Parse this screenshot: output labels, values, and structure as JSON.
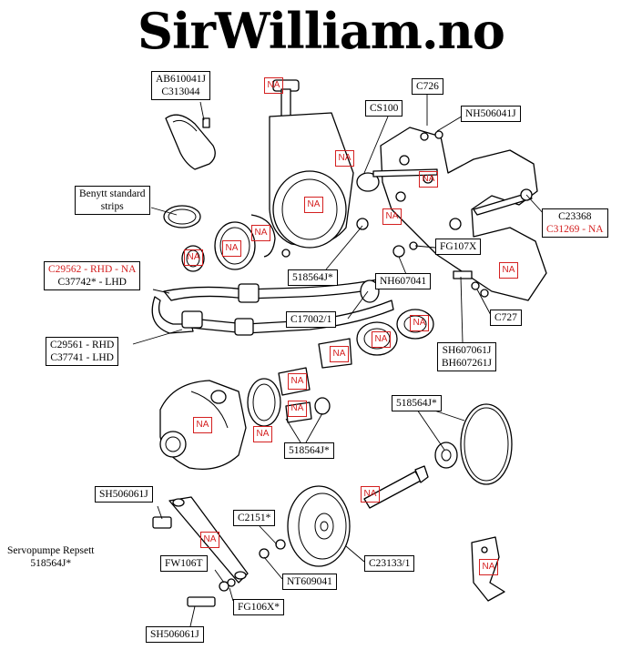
{
  "title": "SirWilliam.no",
  "colors": {
    "na": "#d42020",
    "ink": "#000000"
  },
  "labels": {
    "ab610041j": [
      "AB610041J",
      "C313044"
    ],
    "c726": "C726",
    "cs100": "CS100",
    "nh506041j": "NH506041J",
    "benytt": [
      "Benytt standard",
      "strips"
    ],
    "c23368": [
      "C23368",
      "C31269 - NA"
    ],
    "fg107x": "FG107X",
    "c29562": [
      "C29562 - RHD - NA",
      "C37742* - LHD"
    ],
    "s518564j_1": "518564J*",
    "nh607041": "NH607041",
    "c727": "C727",
    "c17002": "C17002/1",
    "c29561": [
      "C29561 - RHD",
      "C37741 - LHD"
    ],
    "sh607061j": [
      "SH607061J",
      "BH607261J"
    ],
    "s518564j_2": "518564J*",
    "s518564j_3": "518564J*",
    "sh506061j_top": "SH506061J",
    "c2151": "C2151*",
    "servopumpe": [
      "Servopumpe Repsett",
      "518564J*"
    ],
    "fw106t": "FW106T",
    "nt609041": "NT609041",
    "c23133": "C23133/1",
    "fg106x": "FG106X*",
    "sh506061j_bottom": "SH506061J"
  },
  "na_text": "NA"
}
